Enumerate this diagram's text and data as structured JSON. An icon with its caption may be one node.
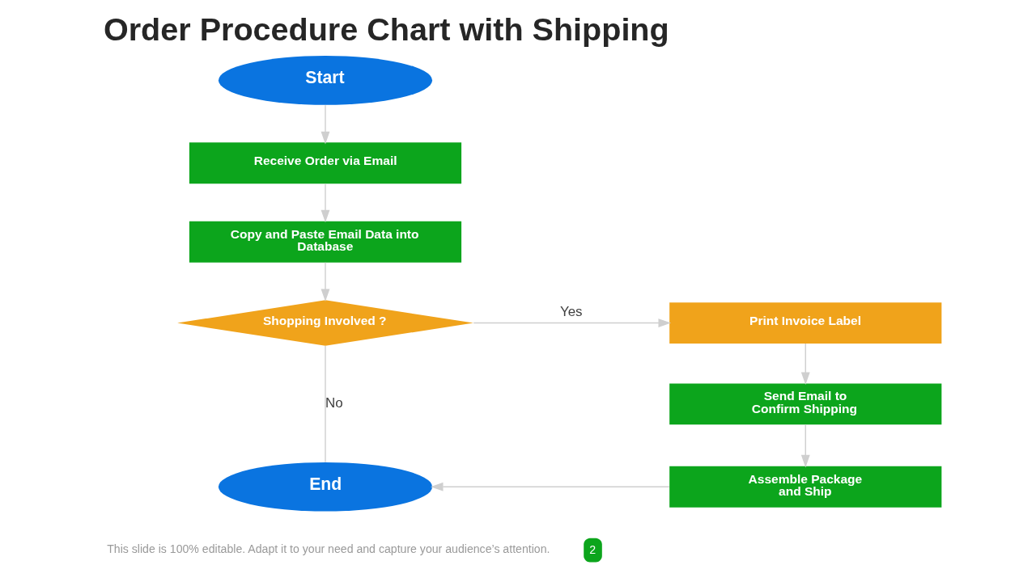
{
  "diagram": {
    "title": "Order Procedure Chart with Shipping",
    "nodes": [
      {
        "text": [
          "Start"
        ]
      },
      {
        "text": [
          "Receive Order via Email"
        ]
      },
      {
        "text": [
          "Copy and Paste Email Data into Database"
        ]
      },
      {
        "text": [
          "Shopping Involved ?"
        ]
      },
      {
        "text": [
          "Print Invoice Label"
        ]
      },
      {
        "text": [
          "Send Email to Confirm Shipping"
        ]
      },
      {
        "text": [
          "End"
        ]
      },
      {
        "text": [
          "Assemble Package and Ship"
        ]
      }
    ],
    "edges": [
      {
        "from": 0,
        "to": 1,
        "arrow": "to"
      },
      {
        "from": 1,
        "to": 2,
        "arrow": "to"
      },
      {
        "from": 2,
        "to": 3,
        "arrow": "to"
      },
      {
        "from": 3,
        "to": 4,
        "arrow": "to",
        "label": "Yes"
      },
      {
        "from": 3,
        "to": 6,
        "arrow": "none",
        "label": "No"
      },
      {
        "from": 4,
        "to": 5,
        "arrow": "to"
      },
      {
        "from": 5,
        "to": 7,
        "arrow": "to"
      },
      {
        "from": 7,
        "to": 6,
        "arrow": "to"
      }
    ],
    "labels": [
      "This slide is 100% editable. Adapt it to your need and capture your audience’s attention.",
      "2"
    ]
  }
}
